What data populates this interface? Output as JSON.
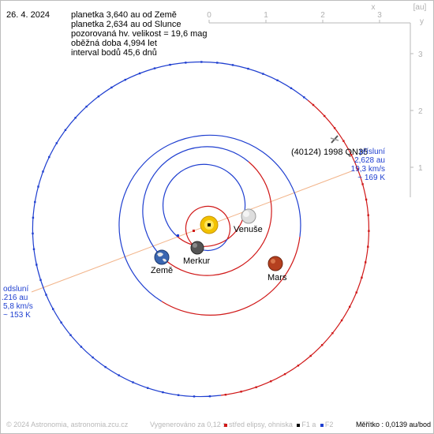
{
  "date": "26. 4. 2024",
  "info_lines": [
    "planetka 3,640 au od Země",
    "planetka 2,634 au od Slunce",
    "pozorovaná hv. velikost = 19,6 mag",
    "oběžná doba 4,994 let",
    "interval bodů 45,6 dnů"
  ],
  "axis": {
    "unit_label": "[au]",
    "x_letter": "x",
    "y_letter": "y",
    "x_ticks": [
      "0",
      "1",
      "2",
      "3"
    ],
    "y_ticks": [
      "3",
      "2",
      "1"
    ]
  },
  "asteroid": {
    "name": "(40124) 1998 QN35"
  },
  "perihelion": {
    "title": "přísluní",
    "distance": "2,628 au",
    "speed": "19,3 km/s",
    "temp": "~ 169 K"
  },
  "aphelion": {
    "title": "odsluní",
    "distance": ".216 au",
    "speed": "5,8 km/s",
    "temp": "~ 153 K"
  },
  "planets": {
    "venus": "Venuše",
    "mercury": "Merkur",
    "earth": "Země",
    "mars": "Mars"
  },
  "footer": {
    "copyright": "© 2024 Astronomia, astronomia.zcu.cz",
    "generated": "Vygenerováno za 0,12 s",
    "center_legend": "střed elipsy, ohniska",
    "f1_legend": "F1 a",
    "f2_legend": "F2",
    "scale": "Měřítko : 0,0139 au/bod"
  },
  "colors": {
    "orbit_blue": "#1f3fd0",
    "orbit_red": "#d01818",
    "apsis_line": "#f2b48a",
    "sun": "#f2c200",
    "mars": "#b5401f",
    "venus": "#dddddd",
    "mercury": "#555555",
    "earth": "#3a66b0"
  }
}
